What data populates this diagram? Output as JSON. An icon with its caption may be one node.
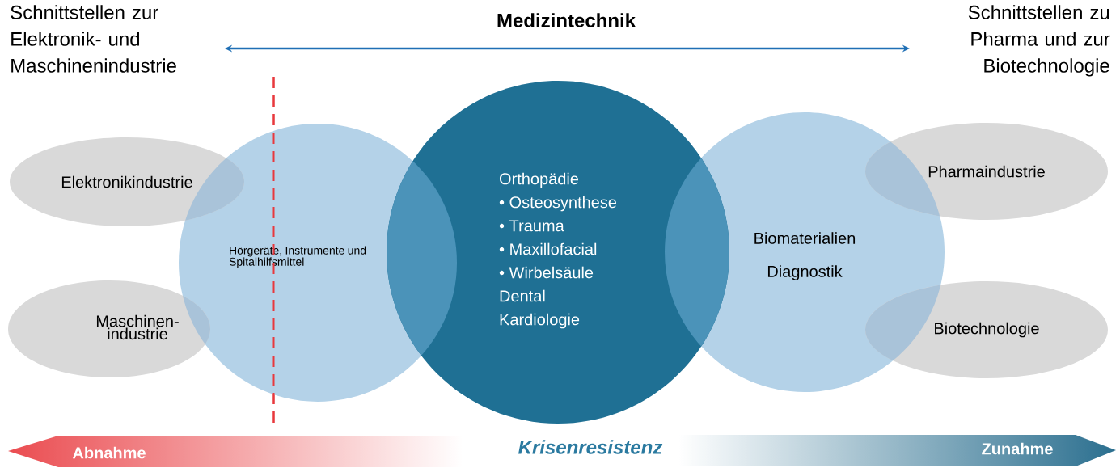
{
  "diagram": {
    "title": "Medizintechnik",
    "nodes": [
      {
        "text": [
          "Elektronikindustrie"
        ]
      },
      {
        "text": [
          "Maschinen- industrie"
        ]
      },
      {
        "text": [
          "Hörgeräte, Instrumente und Spitalhilfsmittel"
        ]
      },
      {
        "text": [
          "Orthopädie",
          "• Osteosynthese",
          "• Trauma",
          "• Maxillofacial",
          "• Wirbelsäule",
          "Dental",
          "Kardiologie"
        ]
      },
      {
        "text": [
          "Biomaterialien",
          "Diagnostik"
        ]
      },
      {
        "text": [
          "Pharmaindustrie"
        ]
      },
      {
        "text": [
          "Biotechnologie"
        ]
      }
    ],
    "labels": [
      "Schnittstellen zur Elektronik- und Maschinenindustrie",
      "Schnittstellen zu Pharma und zur Biotechnologie",
      "Abnahme",
      "Krisenresistenz",
      "Zunahme"
    ]
  }
}
